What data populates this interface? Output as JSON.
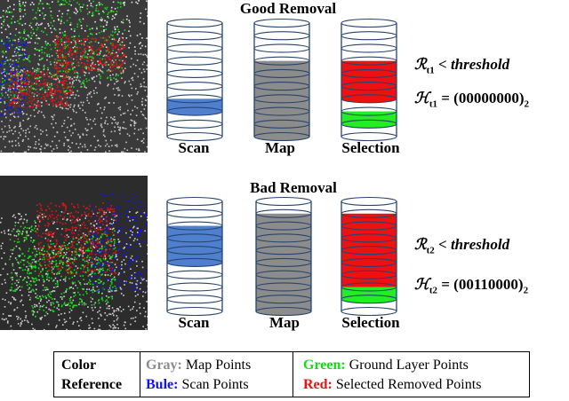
{
  "top": {
    "title": "Good Removal",
    "labels": {
      "scan": "Scan",
      "map": "Map",
      "selection": "Selection"
    },
    "formula1": {
      "sym": "ℛ",
      "sub": "t1",
      "rest": " < ",
      "word": "threshold"
    },
    "formula2": {
      "sym": "ℋ",
      "sub": "t1",
      "rest": " = (00000000)",
      "sub2": "2"
    }
  },
  "bottom": {
    "title": "Bad Removal",
    "labels": {
      "scan": "Scan",
      "map": "Map",
      "selection": "Selection"
    },
    "formula1": {
      "sym": "ℛ",
      "sub": "t2",
      "rest": " < ",
      "word": "threshold"
    },
    "formula2": {
      "sym": "ℋ",
      "sub": "t2",
      "rest": " = (00110000)",
      "sub2": "2"
    }
  },
  "legend": {
    "heading_line1": "Color",
    "heading_line2": "Reference",
    "gray_key": "Gray:",
    "gray_text": "Map Points",
    "blue_key": "Bule:",
    "blue_text": "Scan Points",
    "green_key": "Green:",
    "green_text": "Ground Layer Points",
    "red_key": "Red:",
    "red_text": "Selected Removed Points"
  },
  "colors": {
    "gray": "#8c8c8c",
    "blue": "#4f7fcf",
    "green": "#22ee22",
    "red": "#ee1111",
    "outline": "#27446e",
    "gray_text": "#8c8c8c",
    "blue_text": "#1010ff",
    "green_text": "#11dd11",
    "red_text": "#ee1111"
  }
}
